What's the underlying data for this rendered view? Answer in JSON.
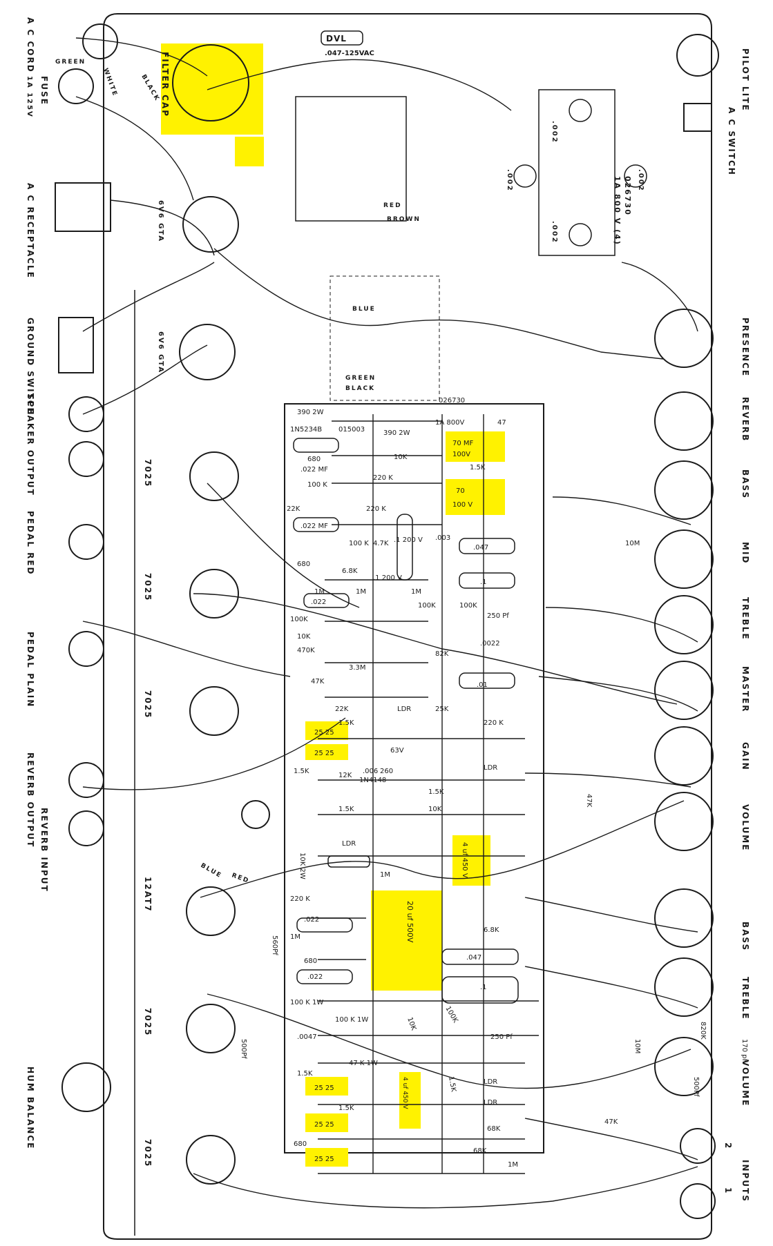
{
  "orientation": "page rotated 90 degrees clockwise",
  "colors": {
    "paper": "#ffffff",
    "ink": "#1a1a1a",
    "highlight": "#fff200"
  },
  "labels": {
    "ac_cord": "A C CORD",
    "fuse": "FUSE",
    "fuse_rating": "1A 125V",
    "ac_receptacle": "A C RECEPTACLE",
    "ground_switch": "GROUND SWITCH",
    "speaker_output": "SPEAKER OUTPUT",
    "pedal_red": "PEDAL RED",
    "pedal_plain": "PEDAL PLAIN",
    "reverb_output": "REVERB OUTPUT",
    "reverb_input": "REVERB INPUT",
    "hum_balance": "HUM BALANCE",
    "filter_cap": "FILTER CAP",
    "dvl": "DVL",
    "dvl_cap": ".047-125VAC",
    "pilot_lite": "PILOT LITE",
    "ac_switch": "A C SWITCH",
    "presence": "PRESENCE",
    "reverb": "REVERB",
    "bass": "BASS",
    "mid": "MID",
    "treble": "TREBLE",
    "master": "MASTER",
    "gain": "GAIN",
    "volume": "VOLUME",
    "bass2": "BASS",
    "treble2": "TREBLE",
    "volume2": "VOLUME",
    "inputs": "INPUTS",
    "in1": "1",
    "in2": "2",
    "tube_6v6_a": "6V6 GTA",
    "tube_6v6_b": "6V6 GTA",
    "tube_7025_a": "7025",
    "tube_7025_b": "7025",
    "tube_7025_c": "7025",
    "tube_12at7": "12AT7",
    "tube_7025_d": "7025",
    "tube_7025_e": "7025",
    "diode_bridge": "026730",
    "diode_rating": "1A 800 V (4)",
    "d002a": ".002",
    "d002b": ".002",
    "d002c": ".002",
    "d002d": ".002",
    "green": "GREEN",
    "black": "BLACK",
    "white": "WHITE",
    "red": "RED",
    "brown": "BROWN",
    "blue": "BLUE",
    "green2": "GREEN",
    "black2": "BLACK",
    "red2": "RED",
    "blue2": "BLUE",
    "r_390_2w": "390 2W",
    "r_390_2w_b": "390 2W",
    "d_in5234b": "1N5234B",
    "d_015003": "015003",
    "d_026730": "026730",
    "d_1a800v": "1A 800V",
    "r_47": "47",
    "cap_70mf": "70 MF",
    "cap_70mf_v": "100V",
    "cap_70": "70",
    "cap_70_v": "100 V",
    "r_1_5k": "1.5K",
    "r_10k": "10K",
    "r_680": "680",
    "c_022mf_a": ".022 MF",
    "c_022mf_b": ".022 MF",
    "r_100k_a": "100 K",
    "r_22k_a": "22K",
    "r_220k_a": "220 K",
    "r_220k_b": "220 K",
    "r_100k_b": "100 K",
    "r_4_7k": "4.7K",
    "c_1_200v": ".1 200 V",
    "c_1_200v_b": ".1 200 V",
    "c_003": ".003",
    "c_047a": ".047",
    "c_1a": ".1",
    "r_680_b": "680",
    "r_6_8k": "6.8K",
    "r_1m_a": "1M",
    "r_1m_b": "1M",
    "r_1m_c": "1M",
    "c_022_a": ".022",
    "r_100k_c": "100K",
    "r_10k_b": "10K",
    "r_100k_d": "100K",
    "r_100k_e": "100K",
    "c_250pf": "250 Pf",
    "c_0022": ".0022",
    "r_10m": "10M",
    "r_470k": "470K",
    "r_3_3m": "3.3M",
    "r_82k": "82K",
    "c_01": ".01",
    "r_47k": "47K",
    "r_22k_b": "22K",
    "r_1_5k_b": "1.5K",
    "r_25k": "25K",
    "r_220k_c": "220 K",
    "ldr_a": "LDR",
    "ldr_b": "LDR",
    "ldr_c": "LDR",
    "ldr_d": "LDR",
    "cap_25_a": "25 25",
    "cap_25_b": "25 25",
    "cap_25_c": "25 25",
    "cap_25_d": "25 25",
    "cap_25_e": "25 25",
    "r_1_5k_c": "1.5K",
    "c_006": ".006",
    "d_260": "260",
    "d_in4148": "1N4148",
    "r_12k": "12K",
    "r_1_5k_d": "1.5K",
    "r_10k_c": "10K",
    "r_1_5k_e": "1.5K",
    "c_63v": "63V",
    "cap_4uf": "4 uf 450 V",
    "r_47k_b": "47K",
    "r_1m_d": "1M",
    "r_10k_2w": "10K 2W",
    "r_220k_d": "220 K",
    "c_022_b": ".022",
    "r_1m_e": "1M",
    "c_560pf": "560Pf",
    "r_680_c": "680",
    "c_022_c": ".022",
    "cap_20uf": "20 uf  500V",
    "c_047b": ".047",
    "c_1b": ".1",
    "r_6_8k_b": "6.8K",
    "r_100k_1w_a": "100 K 1W",
    "r_100k_1w_b": "100 K 1W",
    "c_0047": ".0047",
    "r_47k_1w": "47 K 1W",
    "r_10k_d": "10K",
    "r_100k_f": "100K",
    "c_250pf_b": "250 Pf",
    "c_500pf_a": "500Pf",
    "r_1_5k_f": "1.5K",
    "r_1_5k_g": "1.5K",
    "r_680_d": "680",
    "cap_4uf_b": "4 uf 450 V",
    "r_1_5k_h": "1.5K",
    "ldr_e": "LDR",
    "r_68k_a": "68K",
    "r_68k_b": "68K",
    "r_1m_f": "1M",
    "r_10m_b": "10M",
    "r_820k": "820K",
    "c_500pf_b": "500Pf",
    "r_47k_c": "47K",
    "c_170pf": "170 pF"
  }
}
